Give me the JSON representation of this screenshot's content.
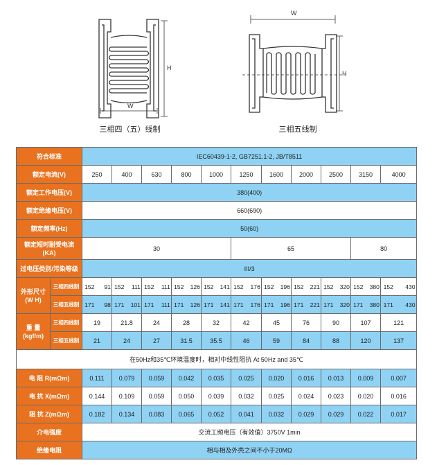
{
  "figures": [
    {
      "caption": "三相四（五）线制",
      "w_label": "W",
      "h_label": "H"
    },
    {
      "caption": "三相五线制",
      "w_label": "W",
      "h_label": "H"
    }
  ],
  "table": {
    "standard": {
      "label": "符合标准",
      "value": "IEC60439-1-2, GB7251.1-2, JB/T8511"
    },
    "rated_current": {
      "label": "额定电流(V)",
      "values": [
        "250",
        "400",
        "630",
        "800",
        "1000",
        "1250",
        "1600",
        "2000",
        "2500",
        "3150",
        "4000"
      ]
    },
    "rated_working_voltage": {
      "label": "额定工作电压(V)",
      "value": "380(400)"
    },
    "rated_insulation_voltage": {
      "label": "额定绝缘电压(V)",
      "value": "660(690)"
    },
    "rated_frequency": {
      "label": "额定频率(Hz)",
      "value": "50(60)"
    },
    "short_time_current": {
      "label_line1": "额定短时耐受电流",
      "label_line2": "(KA)",
      "values": [
        "30",
        "65",
        "80"
      ]
    },
    "overvoltage": {
      "label": "过电压类别/污染等级",
      "value": "III/3"
    },
    "dimensions": {
      "label_line1": "外形尺寸",
      "label_line2": "(W H)",
      "sub_four": "三相四线制",
      "sub_five": "三相五线制",
      "four": [
        [
          "152",
          "91"
        ],
        [
          "152",
          "111"
        ],
        [
          "152",
          "111"
        ],
        [
          "152",
          "126"
        ],
        [
          "152",
          "141"
        ],
        [
          "152",
          "176"
        ],
        [
          "152",
          "196"
        ],
        [
          "152",
          "221"
        ],
        [
          "152",
          "320"
        ],
        [
          "152",
          "380"
        ],
        [
          "152",
          "430"
        ]
      ],
      "five": [
        [
          "171",
          "98"
        ],
        [
          "171",
          "101"
        ],
        [
          "171",
          "111"
        ],
        [
          "171",
          "126"
        ],
        [
          "171",
          "141"
        ],
        [
          "171",
          "176"
        ],
        [
          "171",
          "196"
        ],
        [
          "171",
          "221"
        ],
        [
          "171",
          "320"
        ],
        [
          "171",
          "380"
        ],
        [
          "171",
          "430"
        ]
      ]
    },
    "weight": {
      "label_line1": "重  量",
      "label_line2": "(kgf/m)",
      "sub_four": "三相四线制",
      "sub_five": "三相五线制",
      "four": [
        "19",
        "21.8",
        "24",
        "28",
        "32",
        "42",
        "45",
        "76",
        "90",
        "107",
        "121"
      ],
      "five": [
        "21",
        "24",
        "27",
        "31.5",
        "35.5",
        "46",
        "59",
        "84",
        "88",
        "120",
        "137"
      ]
    },
    "impedance_note": "在50Hz和35℃环境温度时，相对中线性阻抗  At 50Hz and 35℃",
    "resistance": {
      "label": "电 阻 R(mΩm)",
      "values": [
        "0.111",
        "0.079",
        "0.059",
        "0.042",
        "0.035",
        "0.025",
        "0.020",
        "0.016",
        "0.013",
        "0.009",
        "0.007"
      ]
    },
    "reactance": {
      "label": "电 抗 X(mΩm)",
      "values": [
        "0.144",
        "0.109",
        "0.059",
        "0.050",
        "0.039",
        "0.032",
        "0.025",
        "0.024",
        "0.023",
        "0.020",
        "0.016"
      ]
    },
    "impedance": {
      "label": "阻 抗 Z(mΩm)",
      "values": [
        "0.182",
        "0.134",
        "0.083",
        "0.065",
        "0.052",
        "0.041",
        "0.032",
        "0.029",
        "0.029",
        "0.022",
        "0.017"
      ]
    },
    "dielectric": {
      "label": "介电强度",
      "value": "交流工频电压（有效值）3750V 1min"
    },
    "insulation": {
      "label": "绝缘电阻",
      "value": "相与相及外壳之间不小于20MΩ"
    }
  }
}
